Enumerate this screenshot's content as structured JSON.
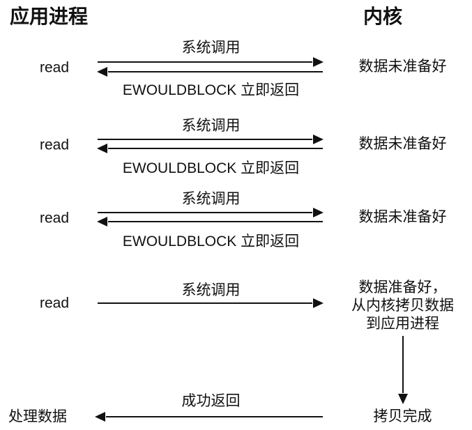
{
  "diagram": {
    "title_app": "应用进程",
    "title_kernel": "内核",
    "columns": {
      "left_header": "应用进程",
      "right_header": "内核"
    },
    "calls": [
      {
        "process_label": "read",
        "request_caption": "系统调用",
        "response_caption": "EWOULDBLOCK 立即返回",
        "kernel_text": "数据未准备好",
        "has_response_arrow": true
      },
      {
        "process_label": "read",
        "request_caption": "系统调用",
        "response_caption": "EWOULDBLOCK 立即返回",
        "kernel_text": "数据未准备好",
        "has_response_arrow": true
      },
      {
        "process_label": "read",
        "request_caption": "系统调用",
        "response_caption": "EWOULDBLOCK 立即返回",
        "kernel_text": "数据未准备好",
        "has_response_arrow": true
      },
      {
        "process_label": "read",
        "request_caption": "系统调用",
        "response_caption": "",
        "kernel_text_lines": [
          "数据准备好，",
          "从内核拷贝数据",
          "到应用进程"
        ],
        "has_response_arrow": false
      }
    ],
    "copy_step": {
      "arrow_name": "kernel-copy-arrow",
      "end_label": "拷贝完成"
    },
    "final_return": {
      "caption": "成功返回",
      "process_label": "处理数据"
    },
    "colors": {
      "stroke": "#111111",
      "text": "#111111",
      "background": "#ffffff"
    }
  }
}
